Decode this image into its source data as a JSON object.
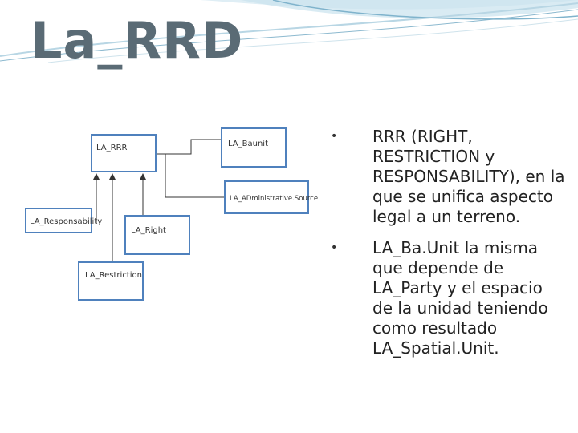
{
  "slide": {
    "title": "La_RRD"
  },
  "diagram": {
    "boxes": {
      "la_rrr": "LA_RRR",
      "la_baunit": "LA_Baunit",
      "la_administrative_source": "LA_ADministrative.Source",
      "la_responsability": "LA_Responsability",
      "la_right": "LA_Right",
      "la_restriction": "LA_Restriction"
    }
  },
  "bullets": [
    {
      "marker": "•",
      "text": "RRR (RIGHT, RESTRICTION y RESPONSABILITY), en la que se unifica aspecto legal a un terreno."
    },
    {
      "marker": "•",
      "text": "LA_Ba.Unit la misma que  depende de LA_Party y el espacio de la unidad teniendo como resultado LA_Spatial.Unit."
    }
  ],
  "colors": {
    "title": "#5a6b75",
    "box_border": "#4f81bd",
    "connector": "#333333",
    "swoosh": "#9fc6d8"
  }
}
